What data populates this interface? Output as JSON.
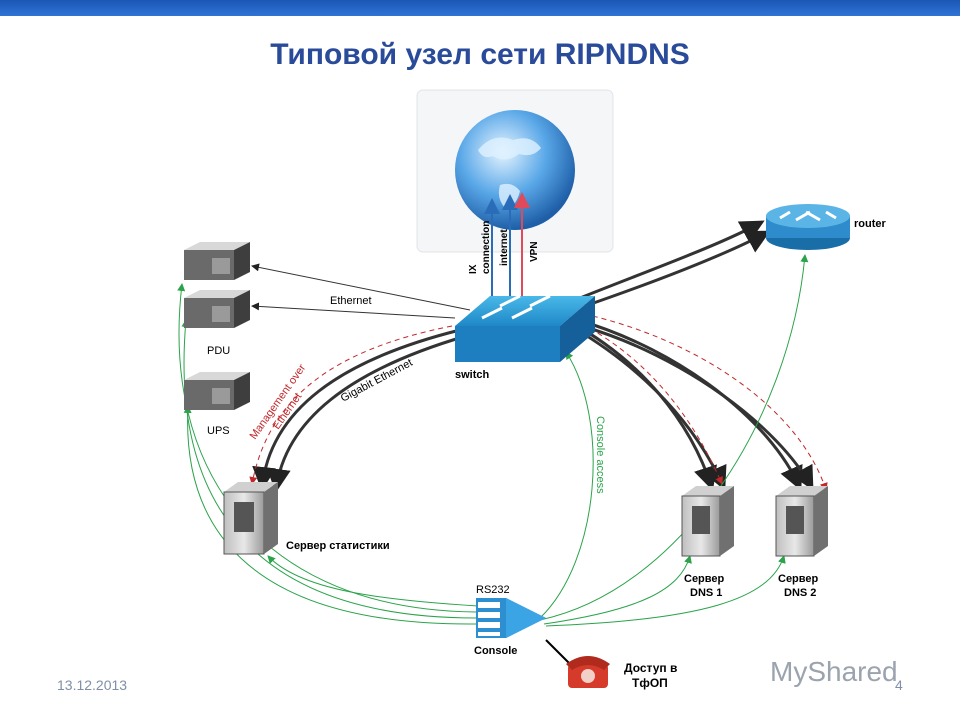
{
  "title": "Типовой узел сети RIPNDNS",
  "nodes": {
    "pdu": "PDU",
    "ups": "UPS",
    "switch": "switch",
    "router": "router",
    "stats_server": "Сервер статистики",
    "dns1_line1": "Сервер",
    "dns1_line2": "DNS 1",
    "dns2_line1": "Сервер",
    "dns2_line2": "DNS 2",
    "console": "Console",
    "rs232": "RS232",
    "phone_line1": "Доступ в",
    "phone_line2": "ТфОП"
  },
  "links": {
    "ix": "IX",
    "connection": "connection",
    "internet": "internet",
    "vpn": "VPN",
    "ethernet": "Ethernet",
    "gigabit": "Gigabit Ethernet",
    "mgmt_line1": "Management over",
    "mgmt_line2": "Ethernet",
    "console_access": "Console access"
  },
  "footer": {
    "date": "13.12.2013",
    "page": "4",
    "watermark": "MyShared"
  }
}
